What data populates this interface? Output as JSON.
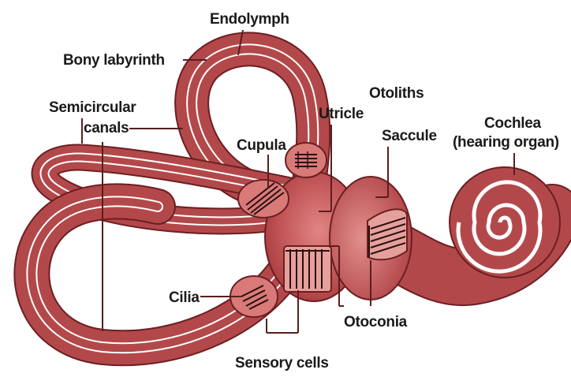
{
  "labels": {
    "endolymph": "Endolymph",
    "bony_labyrinth": "Bony labyrinth",
    "semicircular_canals_line1": "Semicircular",
    "semicircular_canals_line2": "canals",
    "otoliths": "Otoliths",
    "utricle": "Utricle",
    "saccule": "Saccule",
    "cochlea_line1": "Cochlea",
    "cochlea_line2": "(hearing organ)",
    "cupula": "Cupula",
    "cilia": "Cilia",
    "otoconia": "Otoconia",
    "sensory_cells": "Sensory cells"
  },
  "colors": {
    "tissue": "#b3484a",
    "tissue_light": "#d97a78",
    "tissue_dark": "#7c2327",
    "outline": "#6b1f22",
    "text": "#1a1a1a"
  }
}
